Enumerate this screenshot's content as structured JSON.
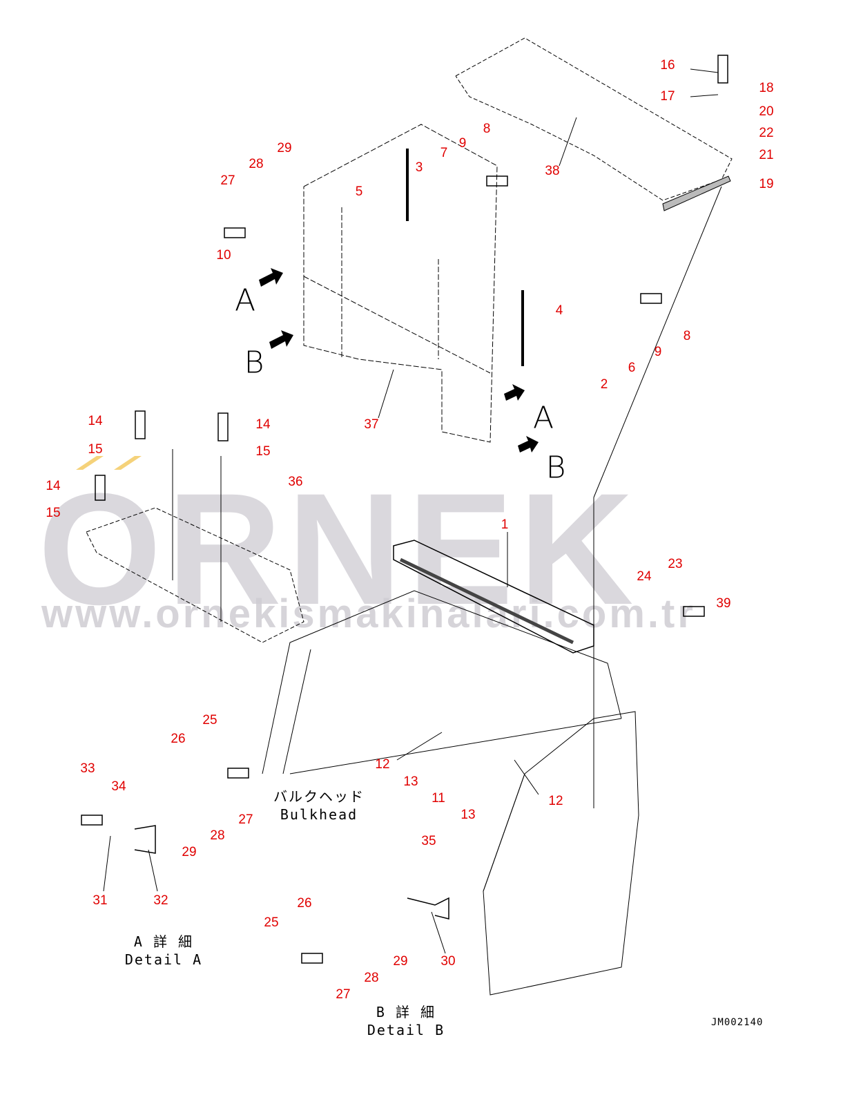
{
  "watermark": {
    "brand": "ORNEK",
    "url": "www.ornekismakinalari.com.tr",
    "accent_color": "#f5d27a"
  },
  "labels": [
    "16",
    "17",
    "18",
    "20",
    "22",
    "21",
    "19",
    "38",
    "8",
    "9",
    "7",
    "3",
    "5",
    "29",
    "28",
    "27",
    "10",
    "4",
    "8",
    "9",
    "6",
    "2",
    "37",
    "14",
    "15",
    "14",
    "15",
    "14",
    "15",
    "36",
    "1",
    "23",
    "24",
    "39",
    "25",
    "26",
    "12",
    "13",
    "11",
    "13",
    "12",
    "27",
    "28",
    "29",
    "33",
    "34",
    "31",
    "32",
    "35",
    "26",
    "25",
    "29",
    "30",
    "28",
    "27"
  ],
  "view_markers": [
    "A",
    "B",
    "A",
    "B"
  ],
  "captions": {
    "bulkhead_jp": "バルクヘッド",
    "bulkhead_en": "Bulkhead",
    "detail_a_jp": "A 詳 細",
    "detail_a_en": "Detail A",
    "detail_b_jp": "B 詳 細",
    "detail_b_en": "Detail B"
  },
  "drawing_code": "JM002140",
  "label_color": "#e00000"
}
